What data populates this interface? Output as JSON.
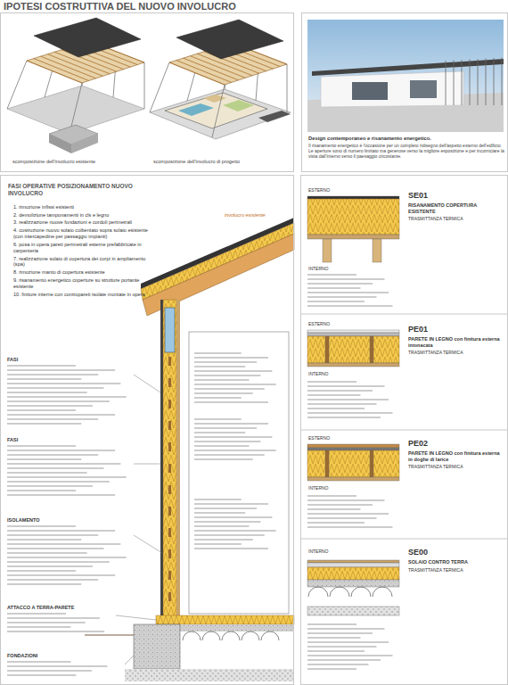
{
  "diagram": {
    "title": "IPOTESI COSTRUTTIVA DEL NUOVO INVOLUCRO",
    "nodes": [
      {
        "text": [
          "FASI OPERATIVE POSIZIONAMENTO NUOVO INVOLUCRO",
          "1. rimozione infissi esistenti",
          "2. demolizione tamponamenti in cls e legno",
          "3. realizzazione nuove fondazioni e cordoli perimetrali",
          "4. costruzione nuovo solaio coibentato sopra solaio esistente (con intercapedine per passaggio impianti)",
          "6. posa in opera pareti perimetrali esterne prefabbricate in carpenteria",
          "7. realizzazione solaio di copertura dei corpi in ampliamento (spa)",
          "8. rimozione manto di copertura esistente",
          "9. risanamento energetico coperture su strutture portante esistente",
          "10. finiture interne con contropareti isolate montate in opera"
        ]
      },
      {
        "text": [
          "SE01",
          "RISANAMENTO COPERTURA ESISTENTE",
          "TRASMITTANZA TERMICA"
        ]
      },
      {
        "text": [
          "PE01",
          "PARETE IN LEGNO con finitura esterna intonacata",
          "TRASMITTANZA TERMICA"
        ]
      },
      {
        "text": [
          "PE02",
          "PARETE IN LEGNO con finitura esterna in doghe di larice",
          "TRASMITTANZA TERMICA"
        ]
      },
      {
        "text": [
          "SE00",
          "SOLAIO CONTRO TERRA",
          "TRASMITTANZA TERMICA"
        ]
      }
    ],
    "labels": [
      "scomposizione dell'involucro esistente",
      "scomposizione dell'involucro di progetto",
      "Design contemporaneo e risanamento energetico.",
      "Il risanamento energetico è l'occasione per un completo ridisegno dell'aspetto esterno dell'edificio. Le aperture sono di numero limitato ma generose verso la migliore esposizione e per incorniciare la vista dall'interno verso il paesaggio circostante.",
      "FASI",
      "FASI",
      "ISOLAMENTO",
      "ATTACCO A TERRA-PARETE",
      "FONDAZIONI",
      "involucro esistente",
      "ESTERNO",
      "INTERNO",
      "ESTERNO",
      "INTERNO",
      "ESTERNO",
      "INTERNO",
      "INTERNO"
    ]
  }
}
